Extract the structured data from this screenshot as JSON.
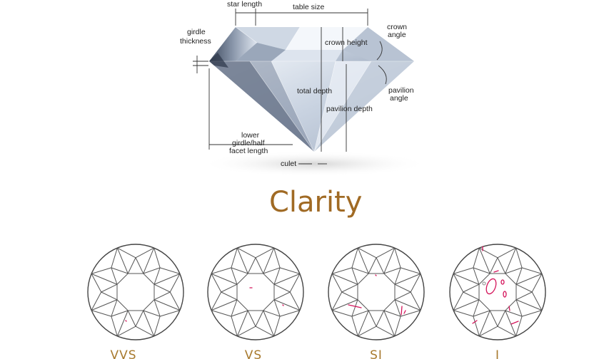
{
  "diagram": {
    "labels": {
      "star_length": "star length",
      "table_size": "table size",
      "crown_angle_1": "crown",
      "crown_angle_2": "angle",
      "girdle_thickness_1": "girdle",
      "girdle_thickness_2": "thickness",
      "crown_height": "crown height",
      "total_depth": "total depth",
      "pavilion_depth": "pavilion depth",
      "pavilion_angle_1": "pavilion",
      "pavilion_angle_2": "angle",
      "lower_girdle_1": "lower",
      "lower_girdle_2": "girdle/half",
      "lower_girdle_3": "facet length",
      "culet": "culet"
    }
  },
  "clarity": {
    "title": "Clarity",
    "grades": [
      "VVS",
      "VS",
      "SI",
      "I"
    ]
  },
  "colors": {
    "title": "#a06a24",
    "grade": "#a87a2e",
    "inclusion": "#d4145a"
  }
}
